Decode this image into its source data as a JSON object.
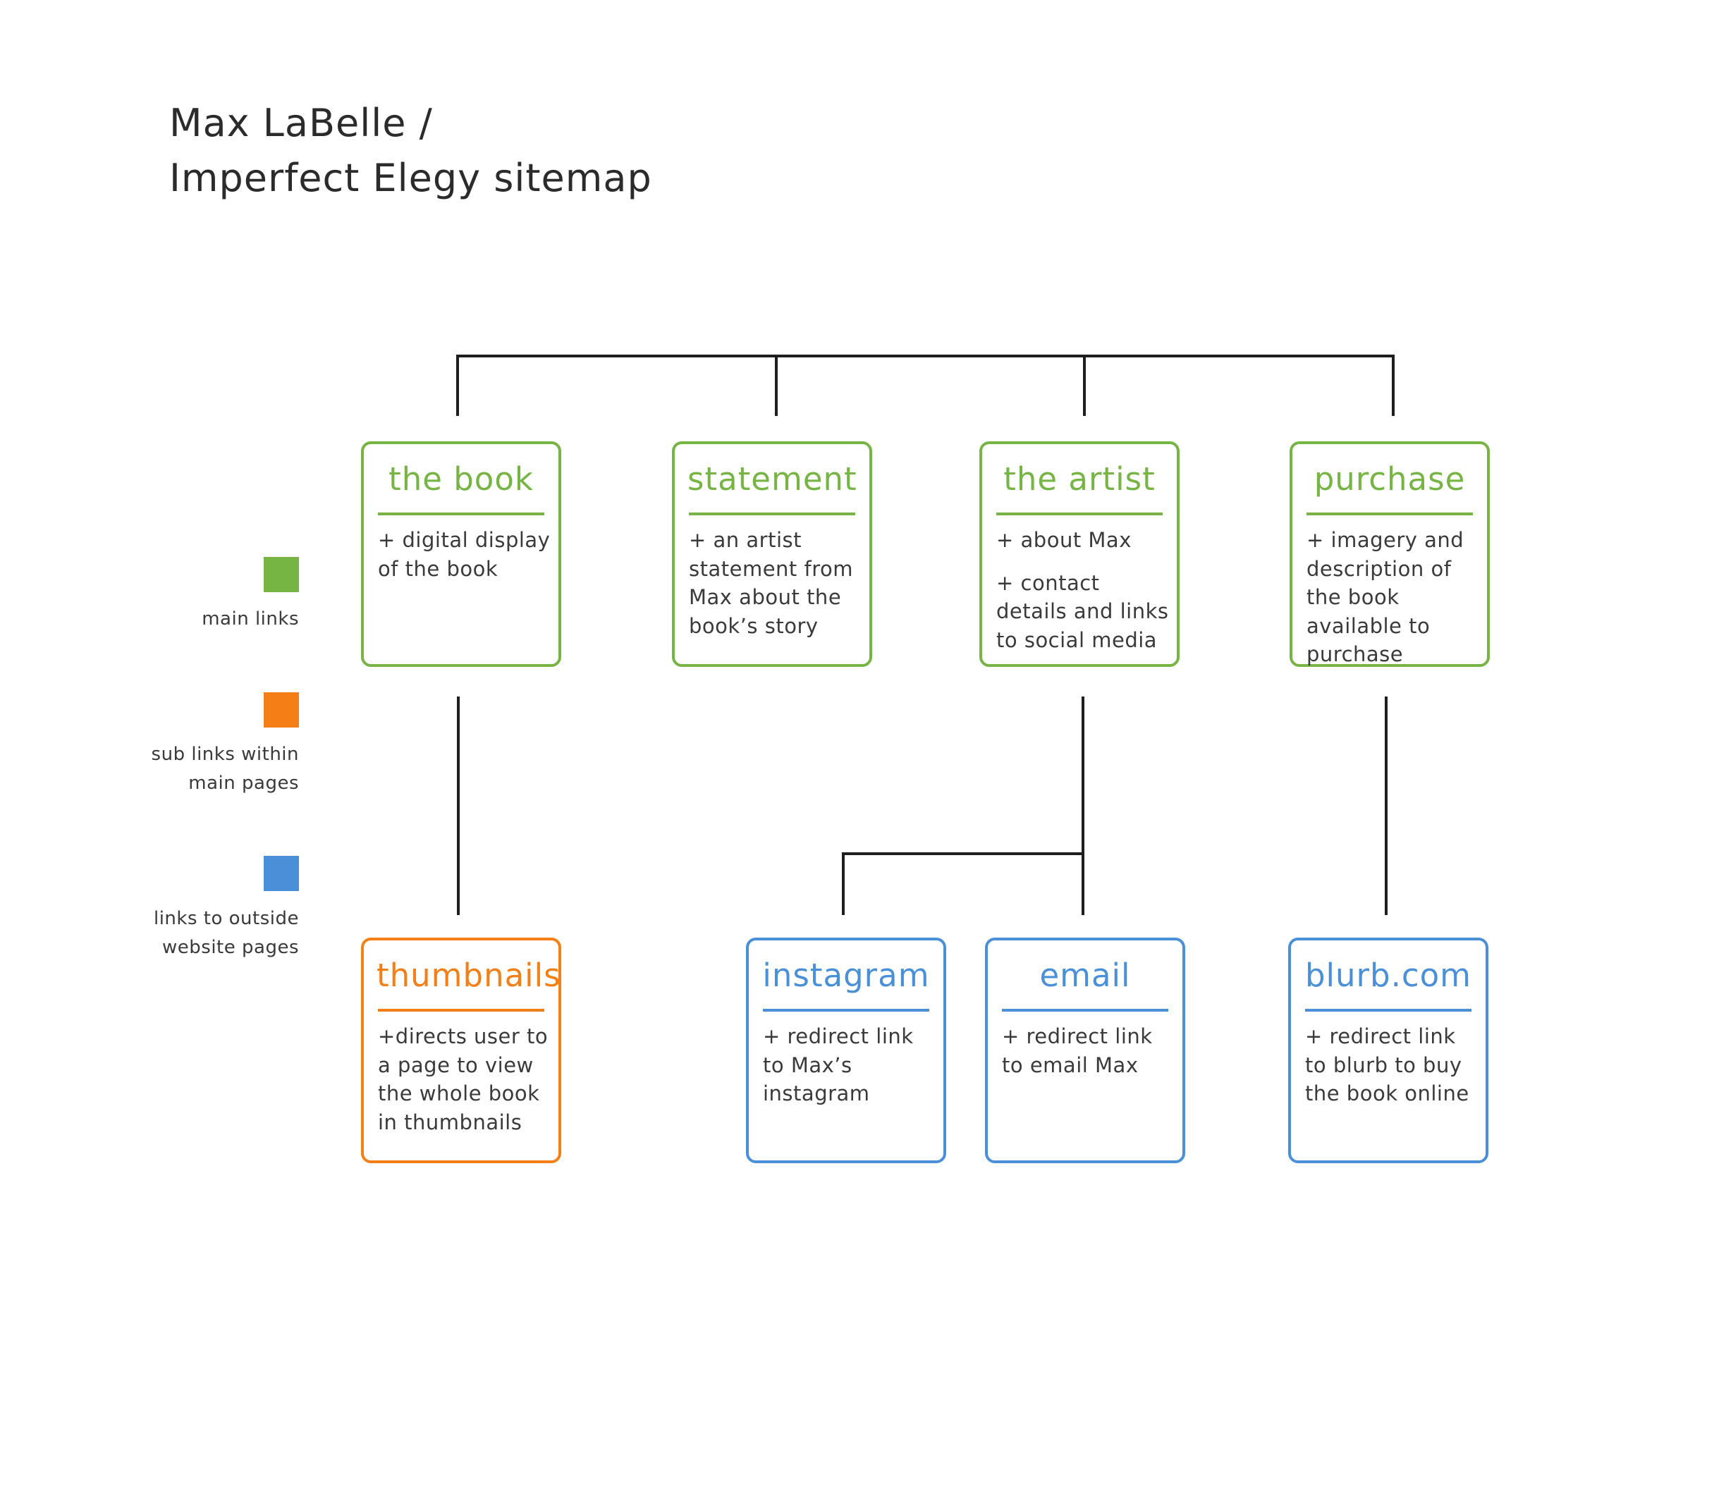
{
  "title": {
    "line1": "Max LaBelle /",
    "line2": "Imperfect Elegy sitemap"
  },
  "colors": {
    "main": "#76b443",
    "sub": "#f57f17",
    "outside": "#4a90d9",
    "connector": "#1e1e1e",
    "text": "#2b2b2b"
  },
  "legend": [
    {
      "label": "main links",
      "color": "#76b443"
    },
    {
      "label": "sub links within main pages",
      "color": "#f57f17"
    },
    {
      "label": "links to outside website pages",
      "color": "#4a90d9"
    }
  ],
  "main_links": [
    {
      "title": "the book",
      "lines": [
        "+ digital display of the book"
      ]
    },
    {
      "title": "statement",
      "lines": [
        "+ an artist statement from Max about the book’s story"
      ]
    },
    {
      "title": "the artist",
      "lines": [
        "+ about Max",
        "+ contact details and links to social media"
      ]
    },
    {
      "title": "purchase",
      "lines": [
        "+ imagery and description of the book available to purchase"
      ]
    }
  ],
  "sub_links": [
    {
      "title": "thumbnails",
      "lines": [
        "+directs user to a page to view the whole book in thumbnails"
      ]
    }
  ],
  "outside_links": [
    {
      "title": "instagram",
      "lines": [
        "+ redirect link to Max’s instagram"
      ]
    },
    {
      "title": "email",
      "lines": [
        "+ redirect link to email Max"
      ]
    },
    {
      "title": "blurb.com",
      "lines": [
        "+ redirect link to blurb to buy the book online"
      ]
    }
  ]
}
